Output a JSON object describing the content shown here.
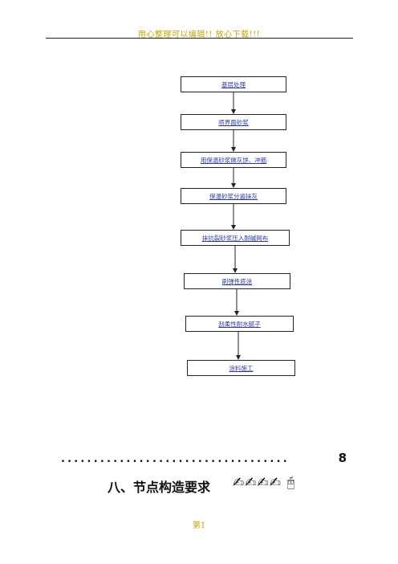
{
  "header": {
    "text": "用心整理可以编辑!! 放心下载!!!"
  },
  "flowchart": {
    "steps": [
      "基层处理",
      "喷界面砂浆",
      "用保温砂浆做灰饼、冲筋",
      "保温砂浆分遍抹灰",
      "抹抗裂砂浆压入耐碱网布",
      "刷弹性底涂",
      "刮柔性耐水腻子",
      "涂料施工"
    ]
  },
  "toc": {
    "dots": "...................................",
    "page": "8",
    "title": "八、节点构造要求",
    "glyphs": "✍✍✍✍ 🖰"
  },
  "footer": {
    "text": "第1"
  }
}
